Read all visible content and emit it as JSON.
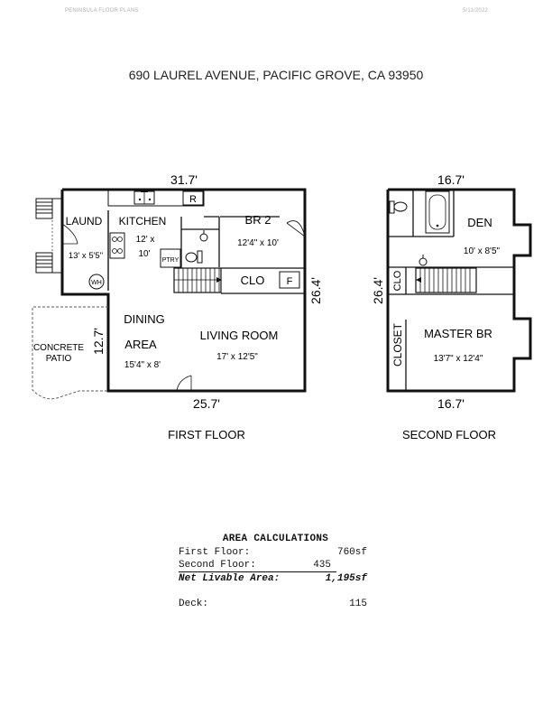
{
  "header": {
    "left": "PENINSULA FLOOR PLANS",
    "right": "5/11/2022"
  },
  "address": "690 LAUREL AVENUE, PACIFIC GROVE, CA  93950",
  "first_floor": {
    "caption": "FIRST FLOOR",
    "dim_top": "31.7'",
    "dim_bottom": "25.7'",
    "dim_right": "26.4'",
    "dim_left": "12.7'",
    "rooms": {
      "laund": {
        "name": "LAUND",
        "size": "13' x 5'5\""
      },
      "kitchen": {
        "name": "KITCHEN",
        "size_1": "12' x",
        "size_2": "10'"
      },
      "br2": {
        "name": "BR 2",
        "size": "12'4\" x 10'"
      },
      "clo": {
        "name": "CLO"
      },
      "dining": {
        "name_1": "DINING",
        "name_2": "AREA",
        "size": "15'4\" x 8'"
      },
      "living": {
        "name": "LIVING ROOM",
        "size": "17' x 12'5\""
      },
      "patio": {
        "name_1": "CONCRETE",
        "name_2": "PATIO"
      }
    },
    "fixtures": {
      "refrigerator": "R",
      "water_heater": "WH",
      "furnace": "F",
      "pantry": "PTRY"
    }
  },
  "second_floor": {
    "caption": "SECOND FLOOR",
    "dim_top": "16.7'",
    "dim_bottom": "16.7'",
    "dim_left": "26.4'",
    "rooms": {
      "den": {
        "name": "DEN",
        "size": "10' x 8'5\""
      },
      "clo": {
        "name": "CLO"
      },
      "closet": {
        "name": "CLOSET"
      },
      "master": {
        "name": "MASTER BR",
        "size": "13'7\" x 12'4\""
      }
    }
  },
  "area_calculations": {
    "title": "AREA CALCULATIONS",
    "first_floor_label": "First  Floor:",
    "first_floor_value": "760sf",
    "second_floor_label": "Second Floor:",
    "second_floor_value": "435",
    "net_label": "Net Livable Area:",
    "net_value": "1,195sf",
    "deck_label": "Deck:",
    "deck_value": "115"
  }
}
